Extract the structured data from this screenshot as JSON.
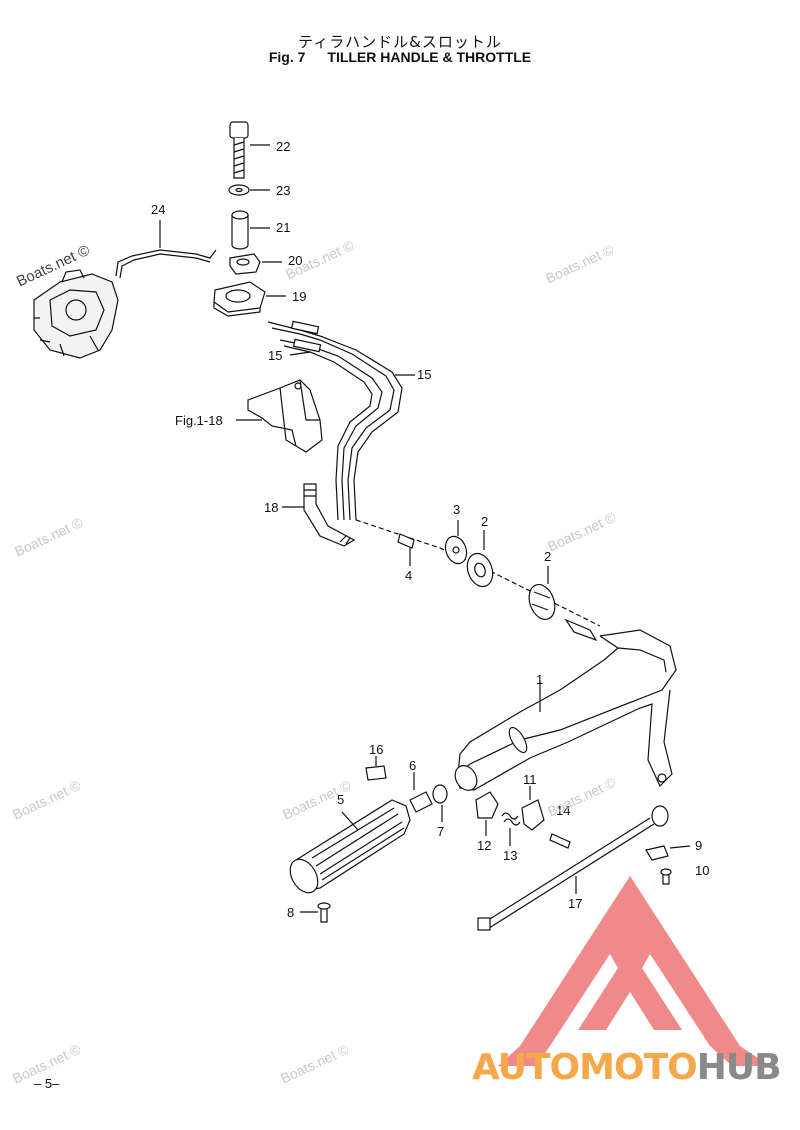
{
  "header": {
    "title_jp": "ティラハンドル&スロットル",
    "fig_label": "Fig. 7",
    "title_en": "TILLER HANDLE & THROTTLE"
  },
  "watermark": "Boats.net ©",
  "callouts": {
    "n22": "22",
    "n23": "23",
    "n21": "21",
    "n20": "20",
    "n24": "24",
    "n19": "19",
    "n15a": "15",
    "n15b": "15",
    "fig_ref": "Fig.1-18",
    "n18": "18",
    "n3": "3",
    "n2a": "2",
    "n2b": "2",
    "n4": "4",
    "n1": "1",
    "n16": "16",
    "n6": "6",
    "n5": "5",
    "n11": "11",
    "n14": "14",
    "n7": "7",
    "n12": "12",
    "n13": "13",
    "n9": "9",
    "n10": "10",
    "n17": "17",
    "n8": "8"
  },
  "footer": {
    "page": "– 5–"
  },
  "brand": {
    "part1": "AUTOMOTO",
    "part2": "HUB",
    "accent": "#f5a84a",
    "logo_color": "#f08a8a",
    "gray": "#8a8a8a"
  }
}
